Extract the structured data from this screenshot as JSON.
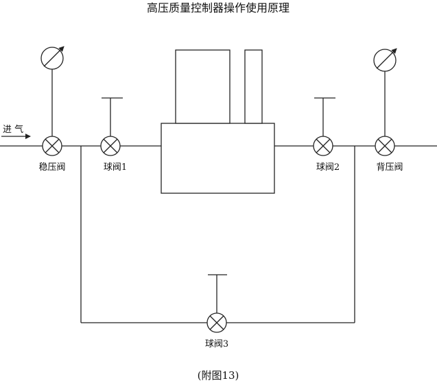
{
  "diagram": {
    "title": "高压质量控制器操作使用原理",
    "caption": "(附图13)",
    "inlet_label": "进 气",
    "valves": {
      "regulator": "稳压阀",
      "ball_1": "球阀1",
      "ball_2": "球阀2",
      "ball_3": "球阀3",
      "back_pressure": "背压阀"
    }
  }
}
